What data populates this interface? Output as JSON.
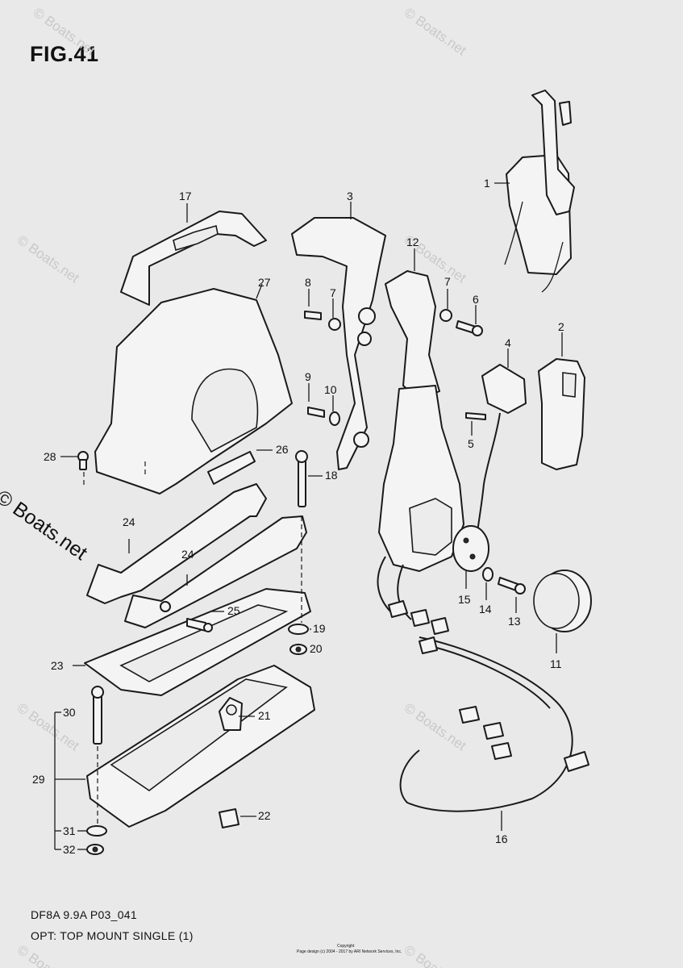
{
  "figure": {
    "title": "FIG.41",
    "model_code": "DF8A 9.9A P03_041",
    "description": "OPT: TOP MOUNT SINGLE (1)"
  },
  "watermark": {
    "text": "© Boats.net",
    "side_text": "© Boats.net"
  },
  "copyright": {
    "line1": "Copyright",
    "line2": "Page design (c) 2004 - 2017 by ARI Network Services, Inc."
  },
  "callouts": {
    "c1": "1",
    "c2": "2",
    "c3": "3",
    "c4": "4",
    "c5": "5",
    "c6": "6",
    "c7a": "7",
    "c7b": "7",
    "c8": "8",
    "c9": "9",
    "c10": "10",
    "c11": "11",
    "c12": "12",
    "c13": "13",
    "c14": "14",
    "c15": "15",
    "c16": "16",
    "c17": "17",
    "c18": "18",
    "c19": "19",
    "c20": "20",
    "c21": "21",
    "c22": "22",
    "c23": "23",
    "c24a": "24",
    "c24b": "24",
    "c25": "25",
    "c26": "26",
    "c27": "27",
    "c28": "28",
    "c29": "29",
    "c30": "30",
    "c31": "31",
    "c32": "32"
  },
  "colors": {
    "background": "#e9e9e9",
    "line": "#1a1a1a",
    "watermark": "#c9c9c9"
  }
}
